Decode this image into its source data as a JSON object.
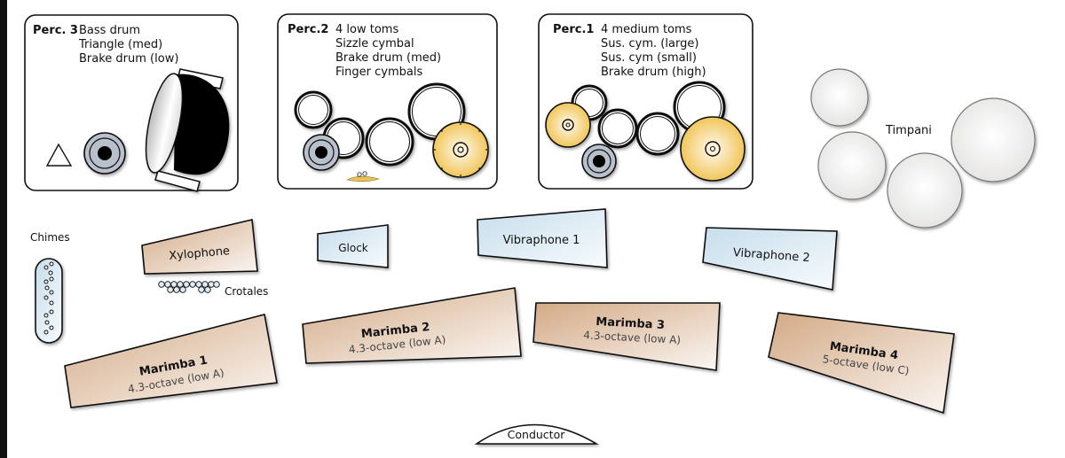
{
  "title": "Percussion ensemble stage setup",
  "perc_boxes": [
    {
      "id": "perc3",
      "heading": "Perc. 3",
      "items": [
        "Bass drum",
        "Triangle (med)",
        "Brake drum (low)"
      ]
    },
    {
      "id": "perc2",
      "heading": "Perc.2",
      "items": [
        "4 low toms",
        "Sizzle cymbal",
        "Brake drum (med)",
        "Finger cymbals"
      ]
    },
    {
      "id": "perc1",
      "heading": "Perc.1",
      "items": [
        "4 medium toms",
        "Sus. cym. (large)",
        "Sus. cym (small)",
        "Brake drum (high)"
      ]
    }
  ],
  "timpani": {
    "label": "Timpani",
    "count": 4
  },
  "chimes": {
    "label": "Chimes"
  },
  "crotales": {
    "label": "Crotales"
  },
  "keyboards": {
    "xylophone": "Xylophone",
    "glock": "Glock",
    "vibraphone1": "Vibraphone 1",
    "vibraphone2": "Vibraphone 2"
  },
  "marimbas": [
    {
      "name": "Marimba 1",
      "range": "4.3-octave (low A)"
    },
    {
      "name": "Marimba 2",
      "range": "4.3-octave (low A)"
    },
    {
      "name": "Marimba 3",
      "range": "4.3-octave (low A)"
    },
    {
      "name": "Marimba 4",
      "range": "5-octave (low C)"
    }
  ],
  "conductor": {
    "label": "Conductor"
  },
  "colors": {
    "wood": "#d6b08e",
    "metal_blue": "#cfe3ef",
    "cymbal": "#f3c95a",
    "brake_drum": "#b8c0cb",
    "timpani": "#f1f1f1"
  }
}
